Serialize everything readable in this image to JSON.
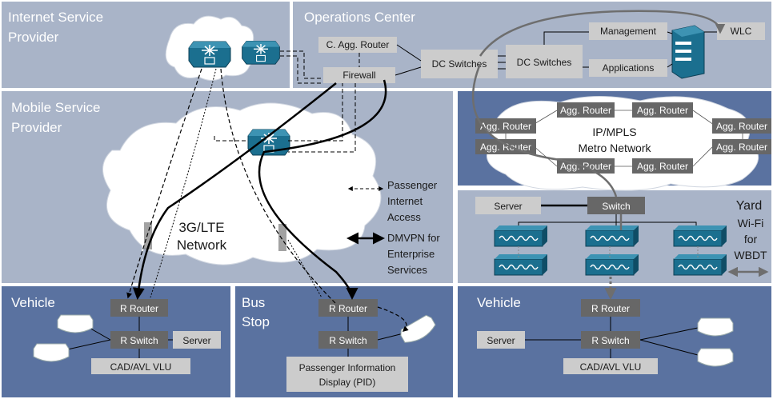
{
  "panels": {
    "isp": {
      "title_line1": "Internet Service",
      "title_line2": "Provider"
    },
    "ops": {
      "title": "Operations Center"
    },
    "msp": {
      "title_line1": "Mobile Service",
      "title_line2": "Provider"
    },
    "vehicle_left": {
      "title": "Vehicle"
    },
    "busstop": {
      "title_line1": "Bus",
      "title_line2": "Stop"
    },
    "vehicle_right": {
      "title": "Vehicle"
    }
  },
  "ops": {
    "core_router": "C. Agg. Router",
    "firewall": "Firewall",
    "dc_switches_a": "DC Switches",
    "dc_switches_b": "DC Switches",
    "management": "Management",
    "applications": "Applications",
    "wlc": "WLC"
  },
  "mpls": {
    "line1": "IP/MPLS",
    "line2": "Metro Network",
    "agg_router": "Agg. Router"
  },
  "mobile": {
    "network_line1": "3G/LTE",
    "network_line2": "Network"
  },
  "legend": {
    "passenger": [
      "Passenger",
      "Internet",
      "Access"
    ],
    "dmvpn": [
      "DMVPN for",
      "Enterprise",
      "Services"
    ]
  },
  "yard": {
    "server": "Server",
    "switch": "Switch",
    "title": "Yard",
    "wifi_line1": "Wi-Fi",
    "wifi_line2": "for",
    "wifi_line3": "WBDT"
  },
  "vehicle_left": {
    "router": "R Router",
    "switch": "R Switch",
    "server": "Server",
    "vlu": "CAD/AVL VLU"
  },
  "busstop": {
    "router": "R Router",
    "switch": "R Switch",
    "pid_line1": "Passenger Information",
    "pid_line2": "Display (PID)"
  },
  "vehicle_right": {
    "router": "R Router",
    "switch": "R Switch",
    "server": "Server",
    "vlu": "CAD/AVL VLU"
  },
  "colors": {
    "panel_light": "#a9b4c8",
    "panel_dark": "#5a72a0",
    "box_dark": "#676767",
    "box_light": "#cccccc",
    "device_teal": "#1b6f8f"
  }
}
